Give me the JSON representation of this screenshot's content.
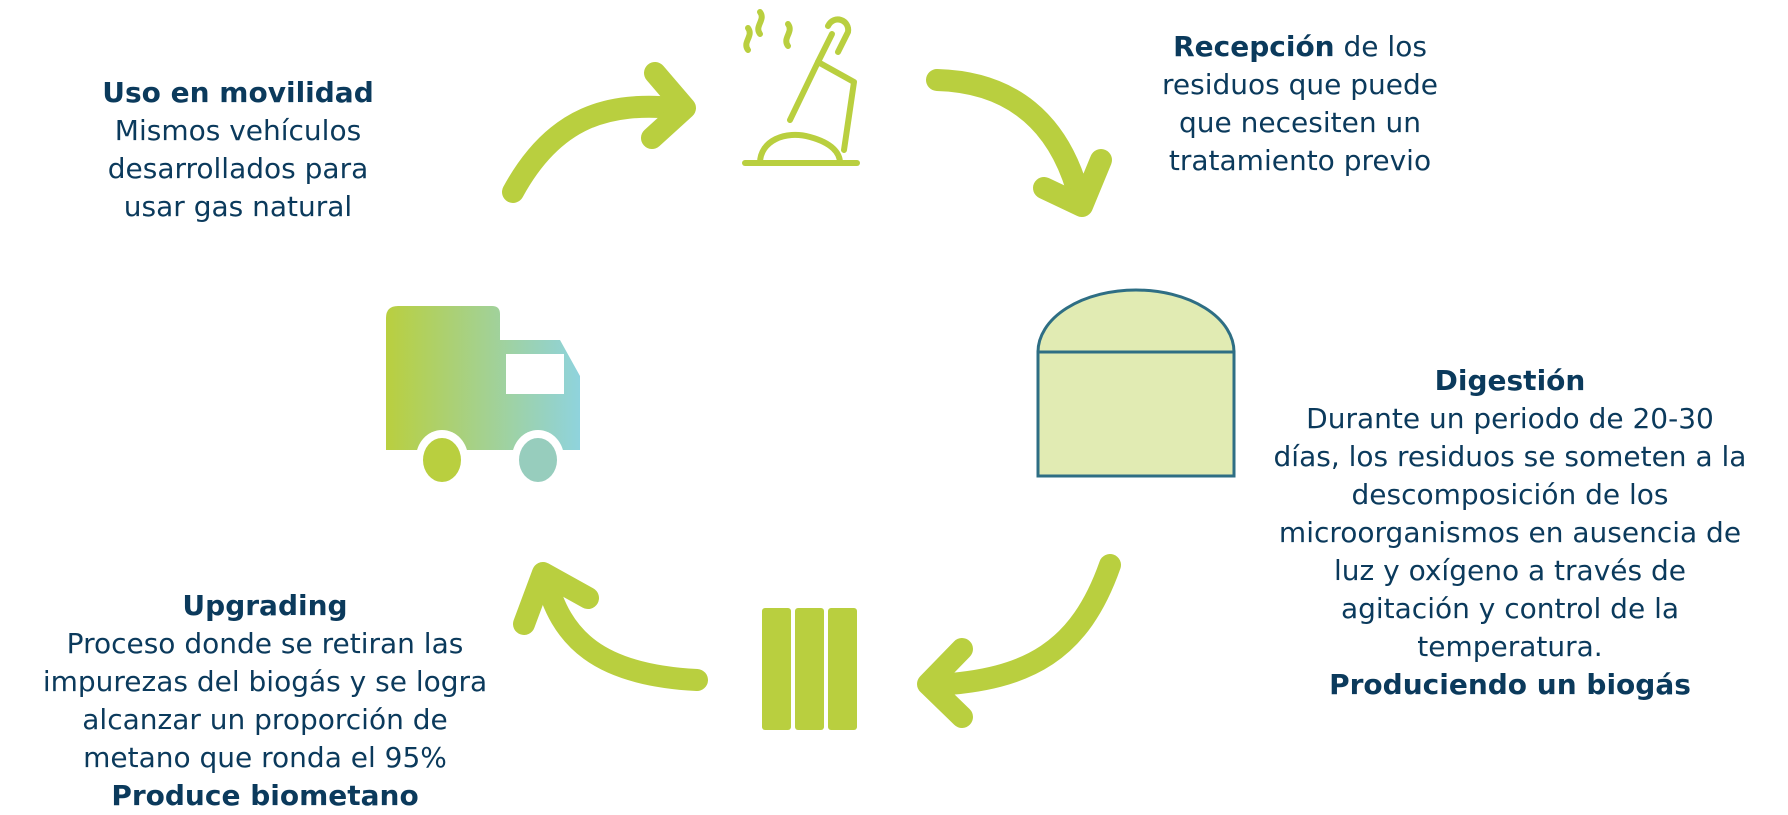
{
  "colors": {
    "accent_green": "#b9cf3f",
    "text_dark_blue": "#0b3a5c",
    "tank_fill": "#e1ebb3",
    "tank_stroke": "#2e6e84",
    "truck_gradient_start": "#b9cf3f",
    "truck_gradient_end": "#8fd3dd"
  },
  "icons": {
    "shovel": "shovel-soil-icon",
    "tank": "digester-tank-icon",
    "filters": "upgrading-columns-icon",
    "truck": "truck-icon"
  },
  "steps": {
    "recepcion": {
      "title": "Recepción",
      "title_suffix": " de los",
      "lines": [
        "residuos que puede",
        "que necesiten un",
        "tratamiento previo"
      ]
    },
    "digestion": {
      "title": "Digestión",
      "lines": [
        "Durante un periodo de 20-30",
        "días, los residuos se someten a la",
        "descomposición de los",
        "microorganismos en ausencia de",
        "luz y oxígeno a través de",
        "agitación y control de la",
        "temperatura."
      ],
      "result": "Produciendo un biogás"
    },
    "upgrading": {
      "title": "Upgrading",
      "lines": [
        "Proceso donde se retiran las",
        "impurezas del biogás y se logra",
        "alcanzar un proporción de",
        "metano que ronda el 95%"
      ],
      "result": "Produce biometano"
    },
    "uso": {
      "title": "Uso en movilidad",
      "lines": [
        "Mismos vehículos",
        "desarrollados para",
        "usar gas natural"
      ]
    }
  }
}
